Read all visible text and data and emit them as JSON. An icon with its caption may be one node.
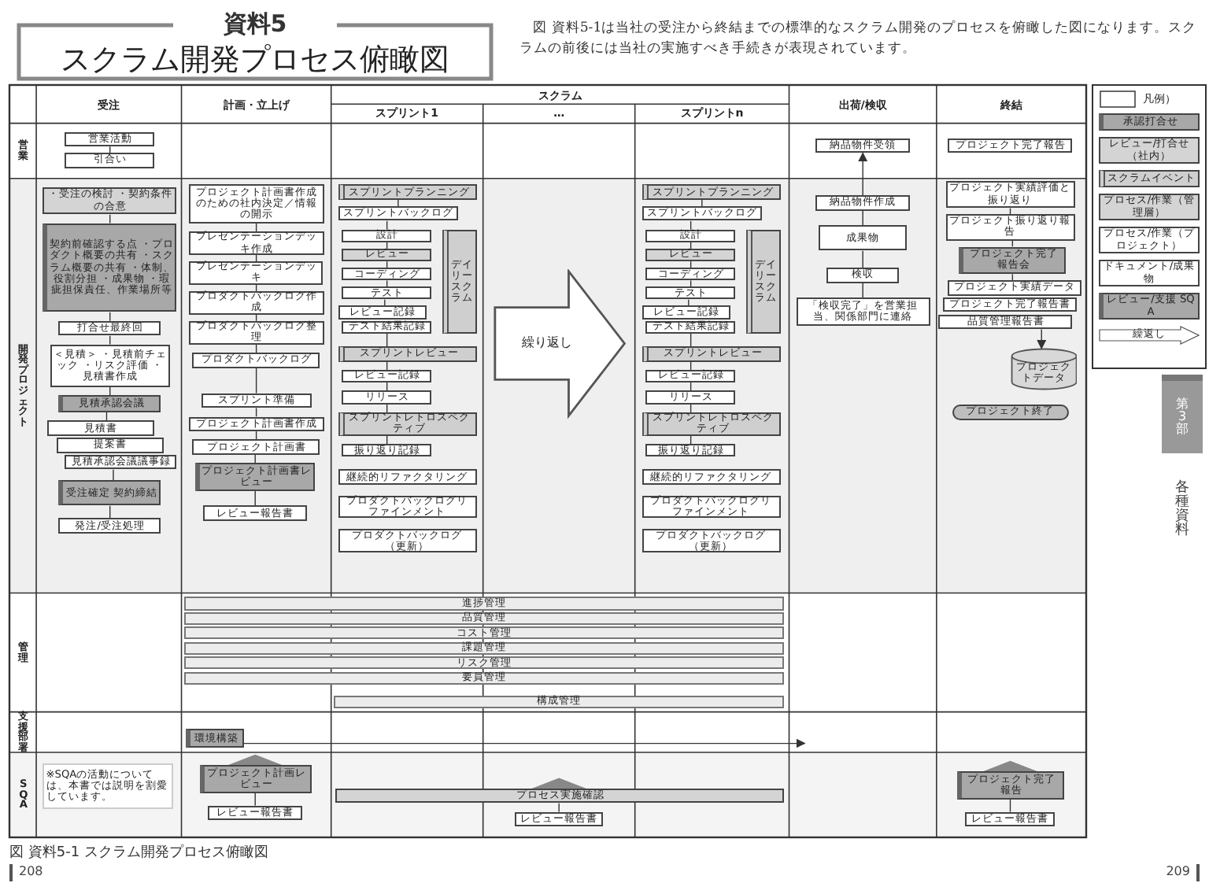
{
  "diagram": {
    "title": "スクラム開発プロセス俯瞰図",
    "caption": "図 資料5-1 スクラム開発プロセス俯瞰図",
    "nodes": [
      {
        "text": [
          "営業活動"
        ]
      },
      {
        "text": [
          "引合い"
        ]
      },
      {
        "text": [
          "・受注の検討 ・契約条件の合意"
        ]
      },
      {
        "text": [
          "契約前確認する点 ・プロダクト概要の共有 ・スクラム概要の共有 ・体制、役割分担 ・成果物 ・瑕疵担保責任、作業場所等"
        ]
      },
      {
        "text": [
          "打合せ最終回"
        ]
      },
      {
        "text": [
          "＜見積＞ ・見積前チェック ・リスク評価 ・見積書作成"
        ]
      },
      {
        "text": [
          "見積承認会議"
        ]
      },
      {
        "text": [
          "見積書"
        ]
      },
      {
        "text": [
          "提案書"
        ]
      },
      {
        "text": [
          "見積承認会議議事録"
        ]
      },
      {
        "text": [
          "受注確定 契約締結"
        ]
      },
      {
        "text": [
          "発注/受注処理"
        ]
      },
      {
        "text": [
          "プロジェクト計画書作成のための社内決定／情報の開示"
        ]
      },
      {
        "text": [
          "プレゼンテーションデッキ作成"
        ]
      },
      {
        "text": [
          "プレゼンテーションデッキ"
        ]
      },
      {
        "text": [
          "プロダクトバックログ作成"
        ]
      },
      {
        "text": [
          "プロダクトバックログ整理"
        ]
      },
      {
        "text": [
          "プロダクトバックログ"
        ]
      },
      {
        "text": [
          "スプリント準備"
        ]
      },
      {
        "text": [
          "プロジェクト計画書作成"
        ]
      },
      {
        "text": [
          "プロジェクト計画書"
        ]
      },
      {
        "text": [
          "プロジェクト計画書レビュー"
        ]
      },
      {
        "text": [
          "レビュー報告書"
        ]
      },
      {
        "text": [
          "スプリントプランニング"
        ]
      },
      {
        "text": [
          "スプリントバックログ"
        ]
      },
      {
        "text": [
          "設計"
        ]
      },
      {
        "text": [
          "レビュー"
        ]
      },
      {
        "text": [
          "コーディング"
        ]
      },
      {
        "text": [
          "テスト"
        ]
      },
      {
        "text": [
          "レビュー記録"
        ]
      },
      {
        "text": [
          "テスト結果記録"
        ]
      },
      {
        "text": [
          "デイリースクラム"
        ]
      },
      {
        "text": [
          "スプリントレビュー"
        ]
      },
      {
        "text": [
          "レビュー記録"
        ]
      },
      {
        "text": [
          "リリース"
        ]
      },
      {
        "text": [
          "スプリントレトロスペクティブ"
        ]
      },
      {
        "text": [
          "振り返り記録"
        ]
      },
      {
        "text": [
          "継続的リファクタリング"
        ]
      },
      {
        "text": [
          "プロダクトバックログリファインメント"
        ]
      },
      {
        "text": [
          "プロダクトバックログ（更新）"
        ]
      },
      {
        "text": [
          "繰り返し"
        ]
      },
      {
        "text": [
          "スプリントプランニング"
        ]
      },
      {
        "text": [
          "スプリントバックログ"
        ]
      },
      {
        "text": [
          "設計"
        ]
      },
      {
        "text": [
          "レビュー"
        ]
      },
      {
        "text": [
          "コーディング"
        ]
      },
      {
        "text": [
          "テスト"
        ]
      },
      {
        "text": [
          "レビュー記録"
        ]
      },
      {
        "text": [
          "テスト結果記録"
        ]
      },
      {
        "text": [
          "デイリースクラム"
        ]
      },
      {
        "text": [
          "スプリントレビュー"
        ]
      },
      {
        "text": [
          "レビュー記録"
        ]
      },
      {
        "text": [
          "リリース"
        ]
      },
      {
        "text": [
          "スプリントレトロスペクティブ"
        ]
      },
      {
        "text": [
          "振り返り記録"
        ]
      },
      {
        "text": [
          "継続的リファクタリング"
        ]
      },
      {
        "text": [
          "プロダクトバックログリファインメント"
        ]
      },
      {
        "text": [
          "プロダクトバックログ（更新）"
        ]
      },
      {
        "text": [
          "納品物件受領"
        ]
      },
      {
        "text": [
          "納品物件作成"
        ]
      },
      {
        "text": [
          "成果物"
        ]
      },
      {
        "text": [
          "検収"
        ]
      },
      {
        "text": [
          "「検収完了」を営業担当、関係部門に連絡"
        ]
      },
      {
        "text": [
          "プロジェクト完了報告"
        ]
      },
      {
        "text": [
          "プロジェクト実績評価と振り返り"
        ]
      },
      {
        "text": [
          "プロジェクト振り返り報告"
        ]
      },
      {
        "text": [
          "プロジェクト完了報告会"
        ]
      },
      {
        "text": [
          "プロジェクト実績データ"
        ]
      },
      {
        "text": [
          "プロジェクト完了報告書"
        ]
      },
      {
        "text": [
          "品質管理報告書"
        ]
      },
      {
        "text": [
          "プロジェクトデータ"
        ]
      },
      {
        "text": [
          "プロジェクト終了"
        ]
      },
      {
        "text": [
          "進捗管理"
        ]
      },
      {
        "text": [
          "品質管理"
        ]
      },
      {
        "text": [
          "コスト管理"
        ]
      },
      {
        "text": [
          "課題管理"
        ]
      },
      {
        "text": [
          "リスク管理"
        ]
      },
      {
        "text": [
          "要員管理"
        ]
      },
      {
        "text": [
          "構成管理"
        ]
      },
      {
        "text": [
          "環境構築"
        ]
      },
      {
        "text": [
          "※SQAの活動については、本書では説明を割愛しています。"
        ]
      },
      {
        "text": [
          "プロジェクト計画レビュー"
        ]
      },
      {
        "text": [
          "レビュー報告書"
        ]
      },
      {
        "text": [
          "プロセス実施確認"
        ]
      },
      {
        "text": [
          "レビュー報告書"
        ]
      },
      {
        "text": [
          "プロジェクト完了報告"
        ]
      },
      {
        "text": [
          "レビュー報告書"
        ]
      }
    ],
    "edges": [
      {
        "from": 0,
        "to": 1,
        "arrow": "none"
      },
      {
        "from": 2,
        "to": 3,
        "arrow": "none"
      },
      {
        "from": 3,
        "to": 4,
        "arrow": "none"
      },
      {
        "from": 4,
        "to": 5,
        "arrow": "none"
      },
      {
        "from": 5,
        "to": 6,
        "arrow": "none"
      },
      {
        "from": 6,
        "to": 7,
        "arrow": "none"
      },
      {
        "from": 9,
        "to": 10,
        "arrow": "none"
      },
      {
        "from": 10,
        "to": 11,
        "arrow": "none"
      },
      {
        "from": 12,
        "to": 13,
        "arrow": "none"
      },
      {
        "from": 13,
        "to": 14,
        "arrow": "none"
      },
      {
        "from": 14,
        "to": 15,
        "arrow": "none"
      },
      {
        "from": 15,
        "to": 16,
        "arrow": "none"
      },
      {
        "from": 16,
        "to": 17,
        "arrow": "none"
      },
      {
        "from": 17,
        "to": 18,
        "arrow": "none"
      },
      {
        "from": 18,
        "to": 19,
        "arrow": "none"
      },
      {
        "from": 19,
        "to": 20,
        "arrow": "none"
      },
      {
        "from": 20,
        "to": 21,
        "arrow": "none"
      },
      {
        "from": 21,
        "to": 22,
        "arrow": "none"
      },
      {
        "from": 23,
        "to": 24,
        "arrow": "none"
      },
      {
        "from": 24,
        "to": 25,
        "arrow": "none"
      },
      {
        "from": 25,
        "to": 26,
        "arrow": "none"
      },
      {
        "from": 26,
        "to": 27,
        "arrow": "none"
      },
      {
        "from": 27,
        "to": 28,
        "arrow": "none"
      },
      {
        "from": 28,
        "to": 29,
        "arrow": "none"
      },
      {
        "from": 30,
        "to": 32,
        "arrow": "none"
      },
      {
        "from": 32,
        "to": 33,
        "arrow": "none"
      },
      {
        "from": 33,
        "to": 34,
        "arrow": "none"
      },
      {
        "from": 34,
        "to": 35,
        "arrow": "none"
      },
      {
        "from": 35,
        "to": 36,
        "arrow": "none"
      },
      {
        "from": 41,
        "to": 42,
        "arrow": "none"
      },
      {
        "from": 42,
        "to": 43,
        "arrow": "none"
      },
      {
        "from": 43,
        "to": 44,
        "arrow": "none"
      },
      {
        "from": 44,
        "to": 45,
        "arrow": "none"
      },
      {
        "from": 45,
        "to": 46,
        "arrow": "none"
      },
      {
        "from": 46,
        "to": 47,
        "arrow": "none"
      },
      {
        "from": 48,
        "to": 50,
        "arrow": "none"
      },
      {
        "from": 50,
        "to": 51,
        "arrow": "none"
      },
      {
        "from": 51,
        "to": 52,
        "arrow": "none"
      },
      {
        "from": 52,
        "to": 53,
        "arrow": "none"
      },
      {
        "from": 53,
        "to": 54,
        "arrow": "none"
      },
      {
        "from": 59,
        "to": 58,
        "arrow": "to"
      },
      {
        "from": 59,
        "to": 60,
        "arrow": "none"
      },
      {
        "from": 60,
        "to": 61,
        "arrow": "none"
      },
      {
        "from": 61,
        "to": 62,
        "arrow": "none"
      },
      {
        "from": 64,
        "to": 65,
        "arrow": "none"
      },
      {
        "from": 65,
        "to": 66,
        "arrow": "none"
      },
      {
        "from": 66,
        "to": 67,
        "arrow": "none"
      },
      {
        "from": 69,
        "to": 70,
        "arrow": "to"
      },
      {
        "from": 79,
        "to": null,
        "arrow": "to"
      },
      {
        "from": 81,
        "to": 82,
        "arrow": "none"
      },
      {
        "from": 83,
        "to": 84,
        "arrow": "none"
      },
      {
        "from": 85,
        "to": 86,
        "arrow": "none"
      }
    ],
    "labels": [
      "資料5",
      "図 資料5-1は当社の受注から終結までの標準的なスクラム開発のプロセスを俯瞰した図になります。スクラムの前後には当社の実施すべき手続きが表現されています。",
      "受注",
      "計画・立上げ",
      "スクラム",
      "スプリント1",
      "…",
      "スプリントn",
      "出荷/検収",
      "終結",
      "営業",
      "開発プロジェクト",
      "管理",
      "支援部署",
      "SQA",
      "凡例）",
      "第3部",
      "各種資料",
      "208",
      "209"
    ],
    "legend": [
      {
        "text": "承認打合せ"
      },
      {
        "text": "レビュー/打合せ（社内）"
      },
      {
        "text": "スクラムイベント"
      },
      {
        "text": "プロセス/作業（管理層）"
      },
      {
        "text": "プロセス/作業（プロジェクト）"
      },
      {
        "text": "ドキュメント/成果物"
      },
      {
        "text": "レビュー/支援 SQA"
      },
      {
        "text": "繰返し"
      }
    ]
  }
}
